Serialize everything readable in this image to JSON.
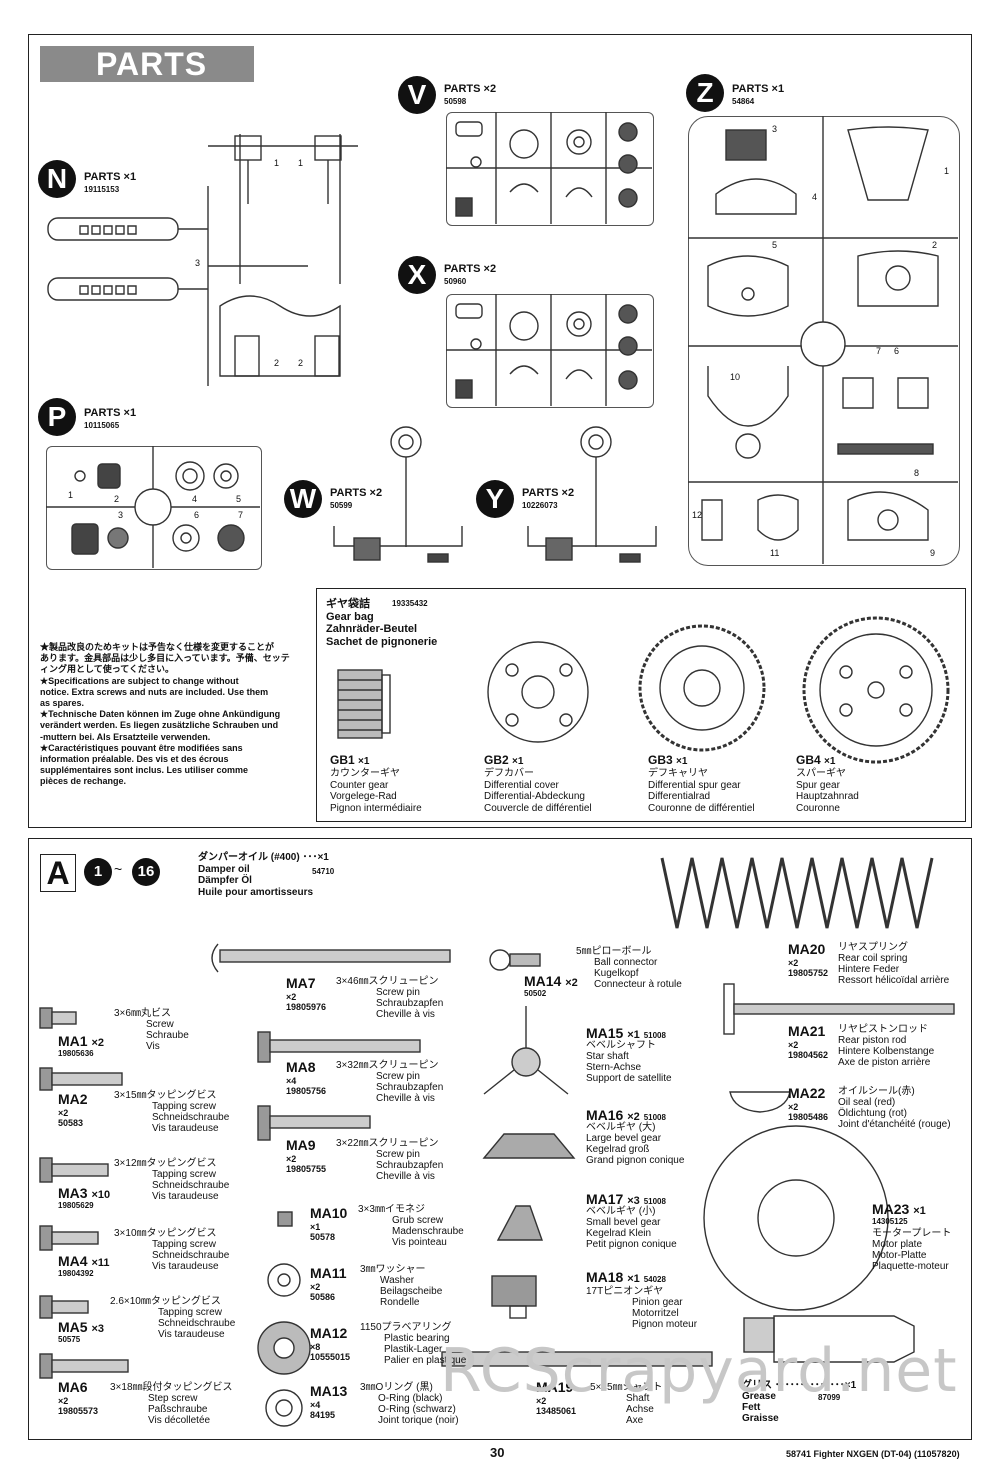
{
  "parts_header": "PARTS",
  "parts": [
    {
      "letter": "N",
      "label": "PARTS ×1",
      "code": "19115153"
    },
    {
      "letter": "P",
      "label": "PARTS ×1",
      "code": "10115065"
    },
    {
      "letter": "V",
      "label": "PARTS ×2",
      "code": "50598"
    },
    {
      "letter": "X",
      "label": "PARTS ×2",
      "code": "50960"
    },
    {
      "letter": "W",
      "label": "PARTS ×2",
      "code": "50599"
    },
    {
      "letter": "Y",
      "label": "PARTS ×2",
      "code": "10226073"
    },
    {
      "letter": "Z",
      "label": "PARTS ×1",
      "code": "54864"
    }
  ],
  "notice_lines": [
    "★製品改良のためキットは予告なく仕様を変更することが",
    "あります。金具部品は少し多目に入っています。予備、セッテ",
    "ィング用として使ってください。",
    "★Specifications are subject to change without",
    "notice. Extra screws and nuts are included. Use them",
    "as spares.",
    "★Technische Daten können im Zuge ohne Ankündigung",
    "verändert werden. Es liegen zusätzliche Schrauben und",
    "-muttern bei. Als Ersatzteile verwenden.",
    "★Caractéristiques pouvant être modifiées sans",
    "information préalable. Des vis et des écrous",
    "supplémentaires sont inclus. Les utiliser comme",
    "pièces de rechange."
  ],
  "gear_bag": {
    "code": "19335432",
    "lines": [
      "ギヤ袋詰",
      "Gear bag",
      "Zahnräder-Beutel",
      "Sachet de pignonerie"
    ]
  },
  "gears": [
    {
      "id": "GB1",
      "qty": "×1",
      "lines": [
        "カウンターギヤ",
        "Counter gear",
        "Vorgelege-Rad",
        "Pignon intermédiaire"
      ]
    },
    {
      "id": "GB2",
      "qty": "×1",
      "lines": [
        "デフカバー",
        "Differential cover",
        "Differential-Abdeckung",
        "Couvercle de différentiel"
      ]
    },
    {
      "id": "GB3",
      "qty": "×1",
      "lines": [
        "デフキャリヤ",
        "Differential spur gear",
        "Differentialrad",
        "Couronne de différentiel"
      ]
    },
    {
      "id": "GB4",
      "qty": "×1",
      "lines": [
        "スパーギヤ",
        "Spur gear",
        "Hauptzahnrad",
        "Couronne"
      ]
    }
  ],
  "step": {
    "letter": "A",
    "from": "1",
    "tilde": "~",
    "to": "16"
  },
  "damper_oil": {
    "lines": [
      "ダンパーオイル (#400) ･･･×1",
      "Damper oil",
      "Dämpfer Öl",
      "Huile pour amortisseurs"
    ],
    "code": "54710"
  },
  "hardware": [
    {
      "id": "MA1",
      "qty": "×2",
      "code": "19805636",
      "lines": [
        "3×6㎜丸ビス",
        "Screw",
        "Schraube",
        "Vis"
      ]
    },
    {
      "id": "MA2",
      "qty": "×2",
      "code": "50583",
      "lines": [
        "3×15㎜タッピングビス",
        "Tapping screw",
        "Schneidschraube",
        "Vis taraudeuse"
      ]
    },
    {
      "id": "MA3",
      "qty": "×10",
      "code": "19805629",
      "lines": [
        "3×12㎜タッピングビス",
        "Tapping screw",
        "Schneidschraube",
        "Vis taraudeuse"
      ]
    },
    {
      "id": "MA4",
      "qty": "×11",
      "code": "19804392",
      "lines": [
        "3×10㎜タッピングビス",
        "Tapping screw",
        "Schneidschraube",
        "Vis taraudeuse"
      ]
    },
    {
      "id": "MA5",
      "qty": "×3",
      "code": "50575",
      "lines": [
        "2.6×10㎜タッピングビス",
        "Tapping screw",
        "Schneidschraube",
        "Vis taraudeuse"
      ]
    },
    {
      "id": "MA6",
      "qty": "×2",
      "code": "19805573",
      "lines": [
        "3×18㎜段付タッピングビス",
        "Step screw",
        "Paßschraube",
        "Vis décolletée"
      ]
    },
    {
      "id": "MA7",
      "qty": "×2",
      "code": "19805976",
      "lines": [
        "3×46㎜スクリューピン",
        "Screw pin",
        "Schraubzapfen",
        "Cheville à vis"
      ]
    },
    {
      "id": "MA8",
      "qty": "×4",
      "code": "19805756",
      "lines": [
        "3×32㎜スクリューピン",
        "Screw pin",
        "Schraubzapfen",
        "Cheville à vis"
      ]
    },
    {
      "id": "MA9",
      "qty": "×2",
      "code": "19805755",
      "lines": [
        "3×22㎜スクリューピン",
        "Screw pin",
        "Schraubzapfen",
        "Cheville à vis"
      ]
    },
    {
      "id": "MA10",
      "qty": "×1",
      "code": "50578",
      "lines": [
        "3×3㎜イモネジ",
        "Grub screw",
        "Madenschraube",
        "Vis pointeau"
      ]
    },
    {
      "id": "MA11",
      "qty": "×2",
      "code": "50586",
      "lines": [
        "3㎜ワッシャー",
        "Washer",
        "Beilagscheibe",
        "Rondelle"
      ]
    },
    {
      "id": "MA12",
      "qty": "×8",
      "code": "10555015",
      "lines": [
        "1150プラベアリング",
        "Plastic bearing",
        "Plastik-Lager",
        "Palier en plastique"
      ]
    },
    {
      "id": "MA13",
      "qty": "×4",
      "code": "84195",
      "lines": [
        "3㎜Oリング (黒)",
        "O-Ring (black)",
        "O-Ring (schwarz)",
        "Joint torique (noir)"
      ]
    },
    {
      "id": "MA14",
      "qty": "×2",
      "code": "50502",
      "lines": [
        "5㎜ピローボール",
        "Ball connector",
        "Kugelkopf",
        "Connecteur à rotule"
      ]
    },
    {
      "id": "MA15",
      "qty": "×1",
      "code": "51008",
      "lines": [
        "ベベルシャフト",
        "Star shaft",
        "Stern-Achse",
        "Support de satellite"
      ]
    },
    {
      "id": "MA16",
      "qty": "×2",
      "code": "51008",
      "lines": [
        "ベベルギヤ (大)",
        "Large bevel gear",
        "Kegelrad groß",
        "Grand pignon conique"
      ]
    },
    {
      "id": "MA17",
      "qty": "×3",
      "code": "51008",
      "lines": [
        "ベベルギヤ (小)",
        "Small bevel gear",
        "Kegelrad Klein",
        "Petit pignon conique"
      ]
    },
    {
      "id": "MA18",
      "qty": "×1",
      "code": "54028",
      "lines": [
        "17Tピニオンギヤ",
        "Pinion gear",
        "Motorritzel",
        "Pignon moteur"
      ]
    },
    {
      "id": "MA19",
      "qty": "×2",
      "code": "13485061",
      "lines": [
        "5×45㎜シャフト",
        "Shaft",
        "Achse",
        "Axe"
      ]
    },
    {
      "id": "MA20",
      "qty": "×2",
      "code": "19805752",
      "lines": [
        "リヤスプリング",
        "Rear coil spring",
        "Hintere Feder",
        "Ressort hélicoïdal arrière"
      ]
    },
    {
      "id": "MA21",
      "qty": "×2",
      "code": "19804562",
      "lines": [
        "リヤピストンロッド",
        "Rear piston rod",
        "Hintere Kolbenstange",
        "Axe de piston arrière"
      ]
    },
    {
      "id": "MA22",
      "qty": "×2",
      "code": "19805486",
      "lines": [
        "オイルシール(赤)",
        "Oil seal (red)",
        "Öldichtung (rot)",
        "Joint d'étanchéité (rouge)"
      ]
    },
    {
      "id": "MA23",
      "qty": "×1",
      "code": "14305125",
      "lines": [
        "モータープレート",
        "Motor plate",
        "Motor-Platte",
        "Plaquette-moteur"
      ]
    }
  ],
  "grease": {
    "code": "87099",
    "lines": [
      "グリス ･･････････････×1",
      "Grease",
      "Fett",
      "Graisse"
    ]
  },
  "watermark": "RCScrapyard.net",
  "page_number": "30",
  "footer": "58741 Fighter NXGEN (DT-04) (11057820)"
}
